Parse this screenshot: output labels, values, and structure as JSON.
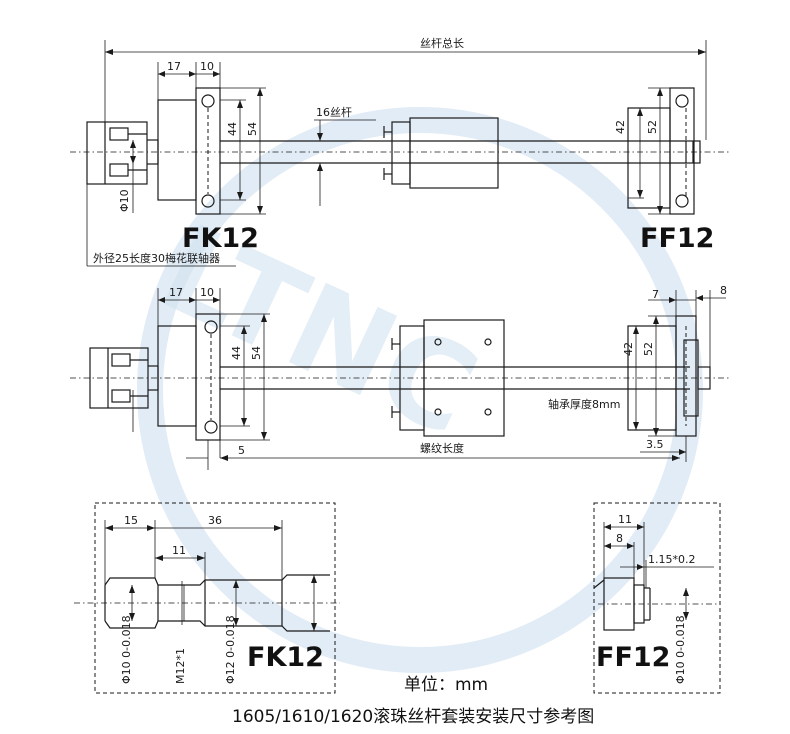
{
  "colors": {
    "line": "#1a1a1a",
    "background": "#ffffff",
    "watermark": "#c9dcee"
  },
  "labels": {
    "total_length": "丝杆总长",
    "screw_16": "16丝杆",
    "coupling_note": "外径25长度30梅花联轴器",
    "bearing_thickness": "轴承厚度8mm",
    "thread_length": "螺纹长度",
    "fk12_top": "FK12",
    "ff12_top": "FF12",
    "fk12_detail": "FK12",
    "ff12_detail": "FF12",
    "unit": "单位：mm",
    "caption": "1605/1610/1620滚珠丝杆套装安装尺寸参考图"
  },
  "dims": {
    "d17_a": "17",
    "d10_a": "10",
    "d44_a": "44",
    "d54_a": "54",
    "d42_a": "42",
    "d52_a": "52",
    "phi10_a": "Φ10",
    "d17_b": "17",
    "d10_b": "10",
    "d44_b": "44",
    "d54_b": "54",
    "d7": "7",
    "d8_b": "8",
    "d42_b": "42",
    "d52_b": "52",
    "d5": "5",
    "d3_5": "3.5",
    "d15": "15",
    "d36": "36",
    "d11_c": "11",
    "phi10_c": "Φ10 0-0.018",
    "m12": "M12*1",
    "phi12_c": "Φ12 0-0.018",
    "d11_d": "11",
    "d8_d": "8",
    "d1_15": "1.15*0.2",
    "phi10_d": "Φ10 0-0.018"
  }
}
